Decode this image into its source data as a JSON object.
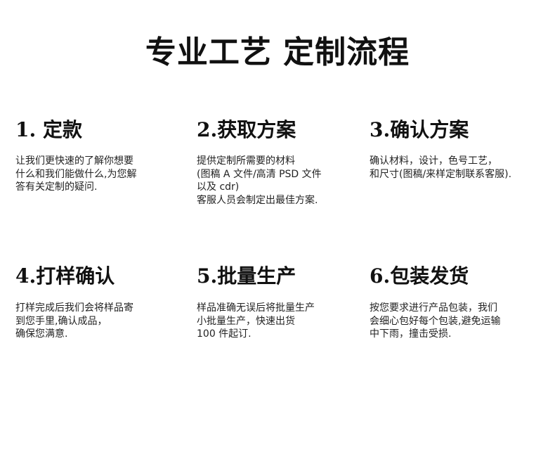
{
  "title": "专业工艺 定制流程",
  "steps": [
    {
      "heading": "1. 定款",
      "lines": [
        "让我们更快速的了解你想要",
        "什么和我们能做什么,为您解",
        "答有关定制的疑问."
      ]
    },
    {
      "heading": "2.获取方案",
      "lines": [
        "提供定制所需要的材料",
        "(图稿 A 文件/高清 PSD 文件",
        "以及 cdr)",
        "客服人员会制定出最佳方案."
      ]
    },
    {
      "heading": "3.确认方案",
      "lines": [
        "确认材料，设计，色号工艺，",
        "和尺寸(图稿/来样定制联系客服)."
      ]
    },
    {
      "heading": "4.打样确认",
      "lines": [
        "打样完成后我们会将样品寄",
        "到您手里,确认成品，",
        "确保您满意."
      ]
    },
    {
      "heading": "5.批量生产",
      "lines": [
        "样品准确无误后将批量生产",
        "小批量生产，快速出货",
        "100 件起订."
      ]
    },
    {
      "heading": "6.包装发货",
      "lines": [
        "按您要求进行产品包装，我们",
        "会细心包好每个包装,避免运输",
        "中下雨，撞击受损."
      ]
    }
  ]
}
